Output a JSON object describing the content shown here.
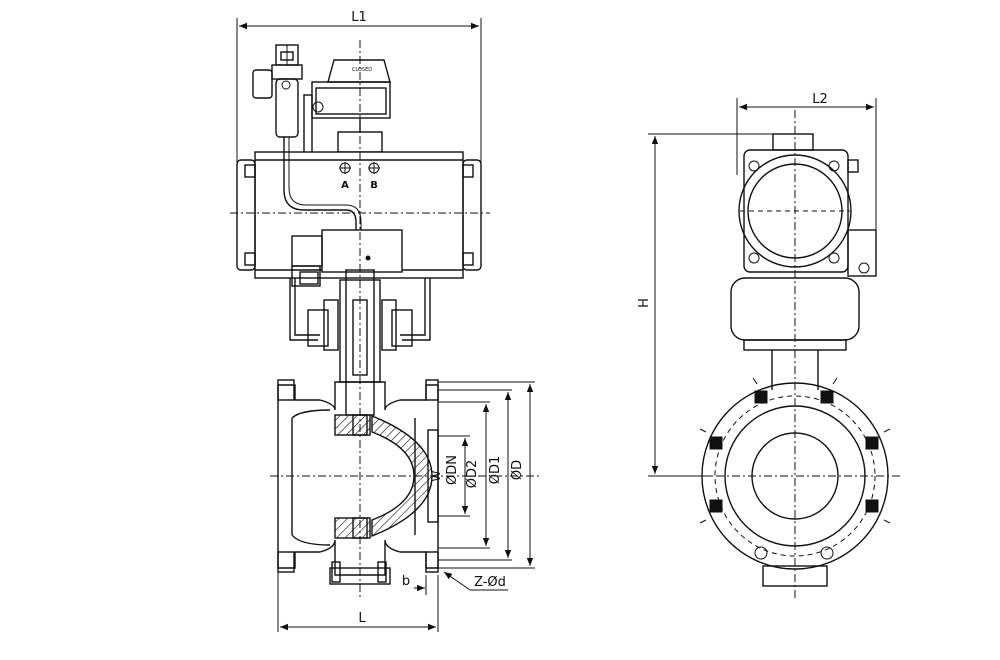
{
  "labels": {
    "L1": "L1",
    "L2": "L2",
    "H": "H",
    "L": "L",
    "DN": "ØDN",
    "D2": "ØD2",
    "D1": "ØD1",
    "D": "ØD",
    "W": "W",
    "b": "b",
    "Z": "Z-Ød",
    "portA": "A",
    "portB": "B",
    "indicator": "CLOSED"
  }
}
